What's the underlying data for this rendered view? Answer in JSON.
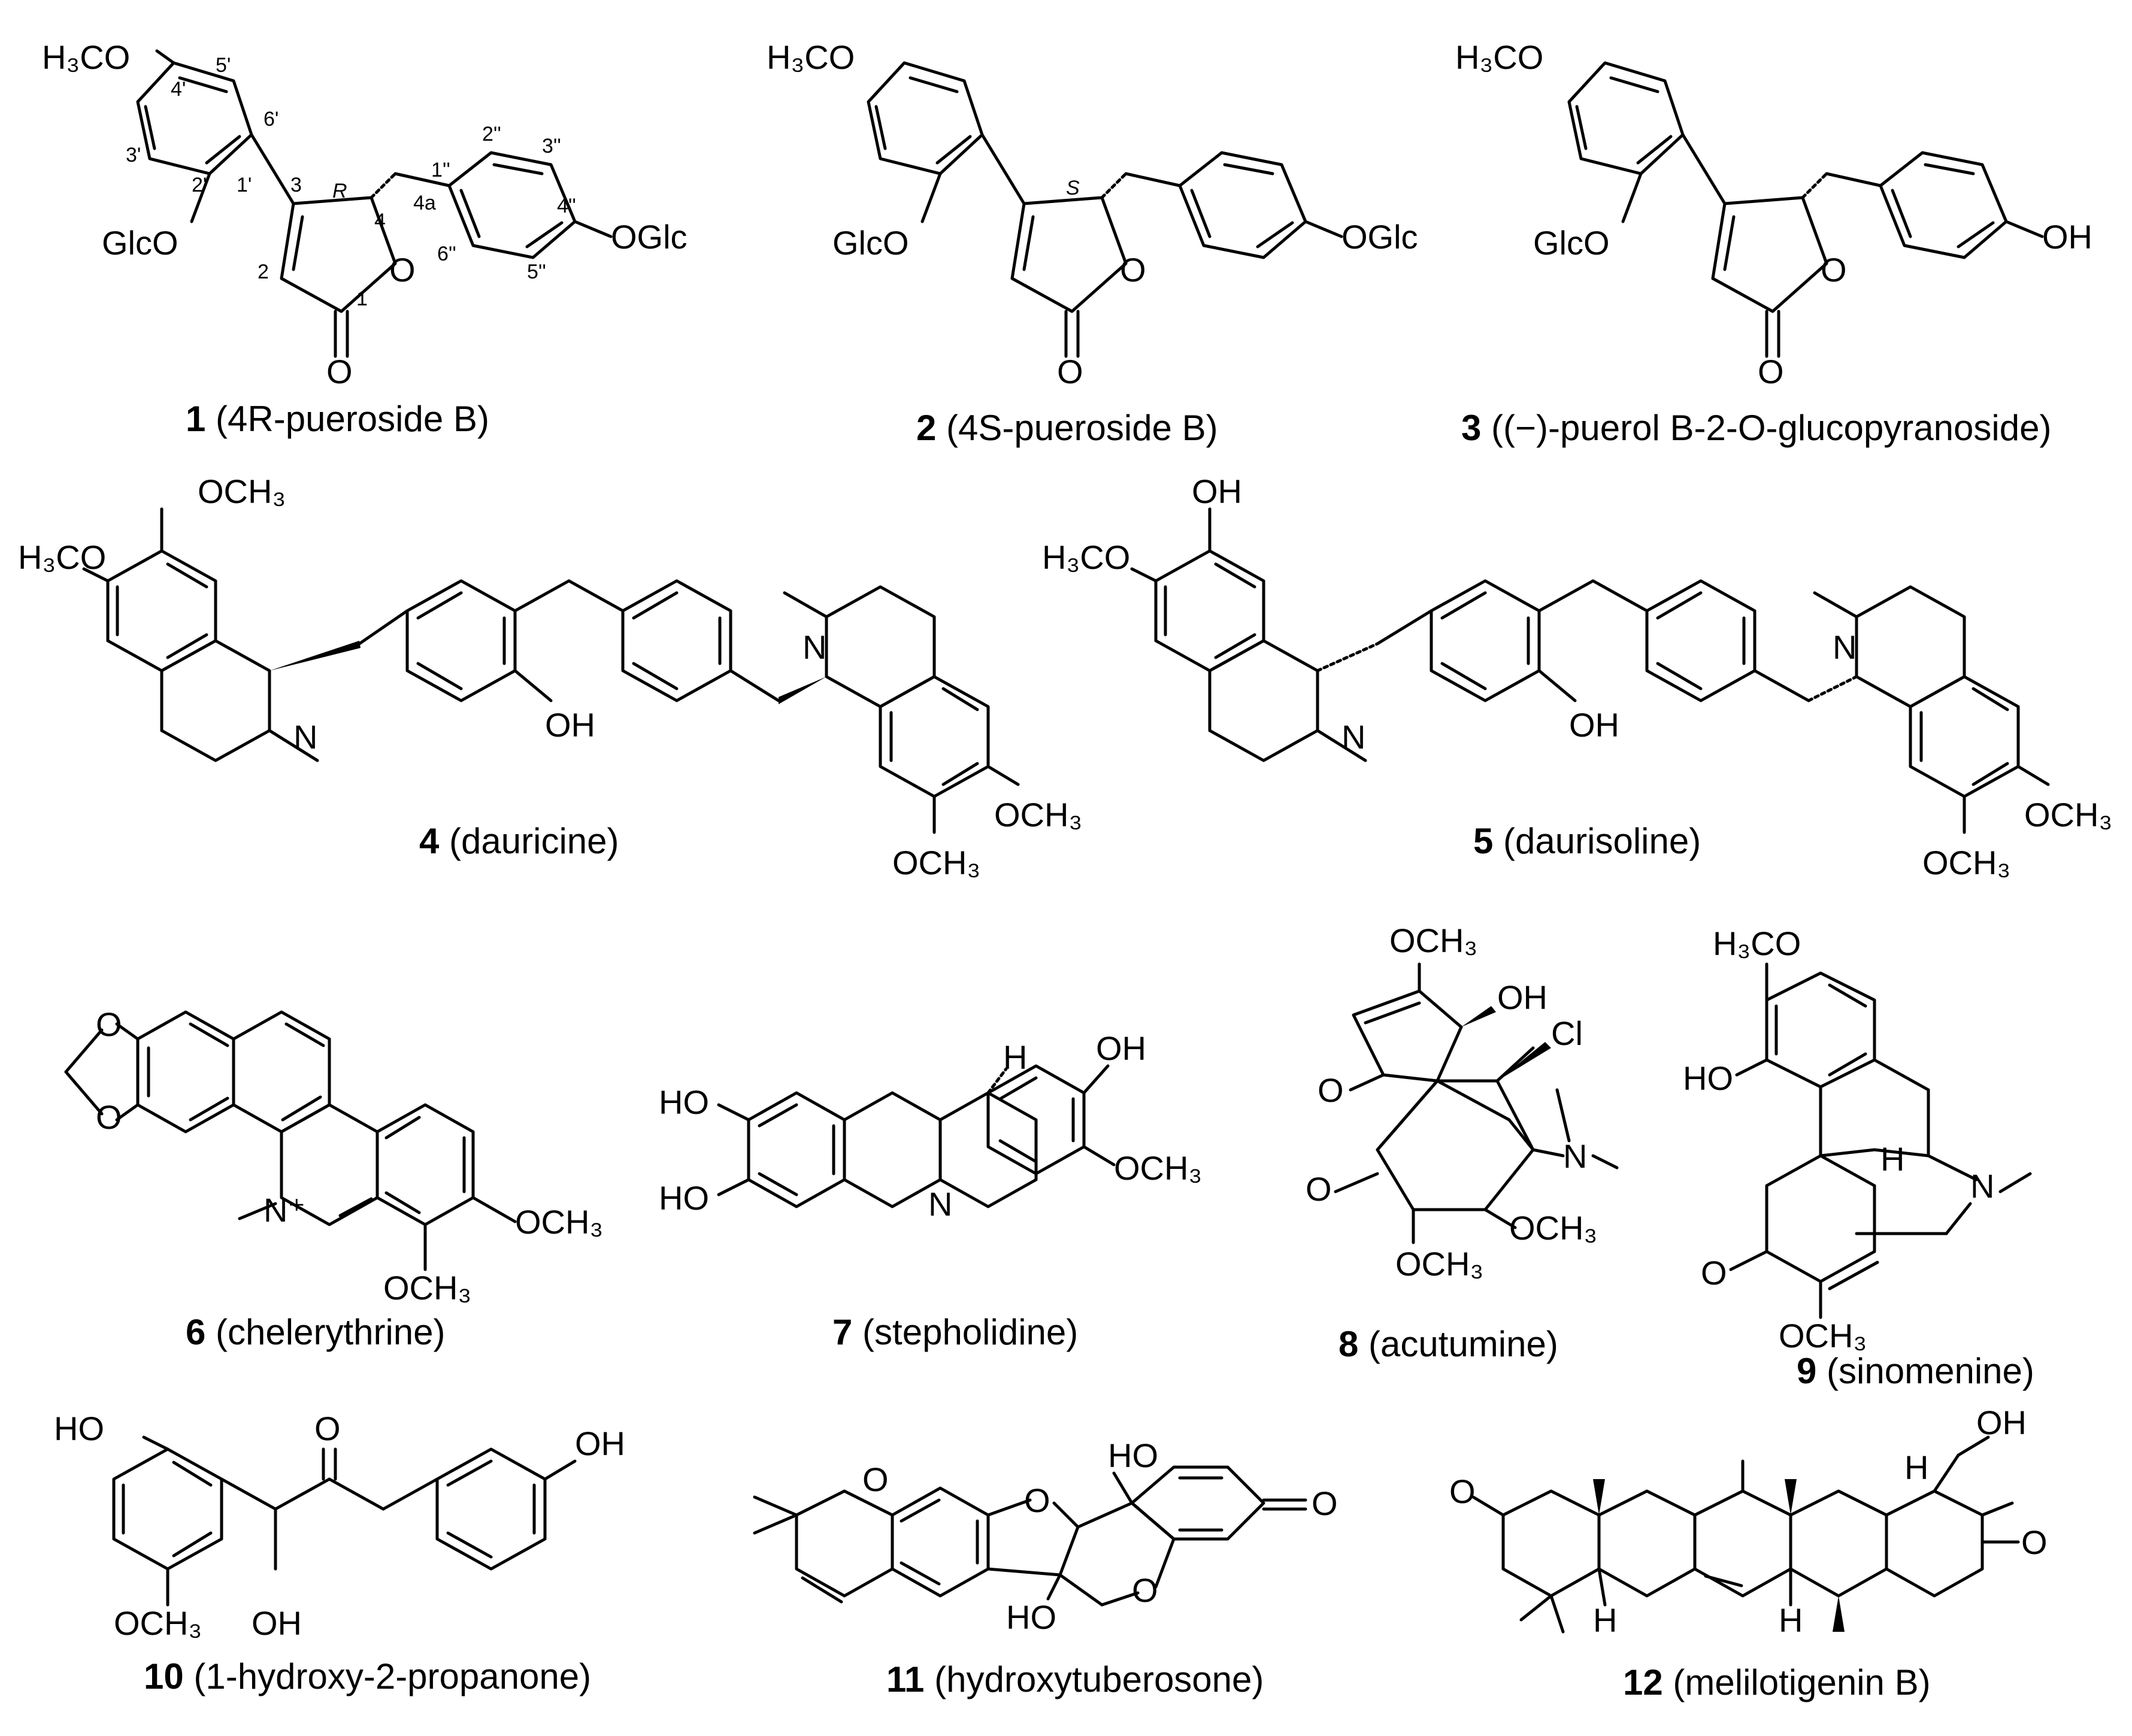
{
  "compounds": [
    {
      "number": "1",
      "name": "4R-pueroside B"
    },
    {
      "number": "2",
      "name": "4S-pueroside B"
    },
    {
      "number": "3",
      "name": "(−)-puerol B-2-O-glucopyranoside"
    },
    {
      "number": "4",
      "name": "dauricine"
    },
    {
      "number": "5",
      "name": "daurisoline"
    },
    {
      "number": "6",
      "name": "chelerythrine"
    },
    {
      "number": "7",
      "name": "stepholidine"
    },
    {
      "number": "8",
      "name": "acutumine"
    },
    {
      "number": "9",
      "name": "sinomenine"
    },
    {
      "number": "10",
      "name": "1-hydroxy-2-propanone"
    },
    {
      "number": "11",
      "name": "hydroxytuberosone"
    },
    {
      "number": "12",
      "name": "melilotigenin B"
    }
  ],
  "labels": {
    "h3co": "H₃CO",
    "och3": "OCH₃",
    "oglc": "OGlc",
    "glco": "GlcO",
    "oh": "OH",
    "ho": "HO",
    "o": "O",
    "n": "N",
    "n_plus": "N⁺",
    "h": "H",
    "cl": "Cl",
    "r": "R",
    "s": "S"
  },
  "numbering_1": [
    "4'",
    "5'",
    "6'",
    "3'",
    "2'",
    "1'",
    "3",
    "4",
    "4a",
    "2",
    "1",
    "1''",
    "2''",
    "3''",
    "4''",
    "5''",
    "6''"
  ]
}
